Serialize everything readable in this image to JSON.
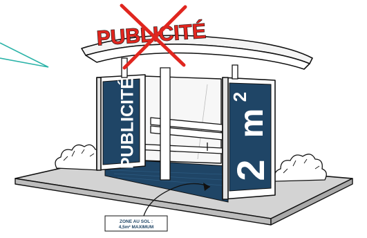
{
  "roof_sign": {
    "text": "PUBLICITÉ",
    "color": "#e0261f"
  },
  "left_panel": {
    "text": "PUBLICITÉ",
    "color": "#1f4566"
  },
  "right_panel": {
    "value": "2",
    "unit": "m",
    "exponent": "2",
    "color": "#1f4566"
  },
  "floor_zone": {
    "line1": "ZONE AU SOL :",
    "line2": "4,5m² MAXIMUM",
    "color": "#1f4566"
  },
  "accent": {
    "callout_color": "#2bb3a8"
  },
  "icons": [
    "bus-shelter-icon",
    "cross-out-icon",
    "arrow-icon",
    "bush-icon"
  ]
}
